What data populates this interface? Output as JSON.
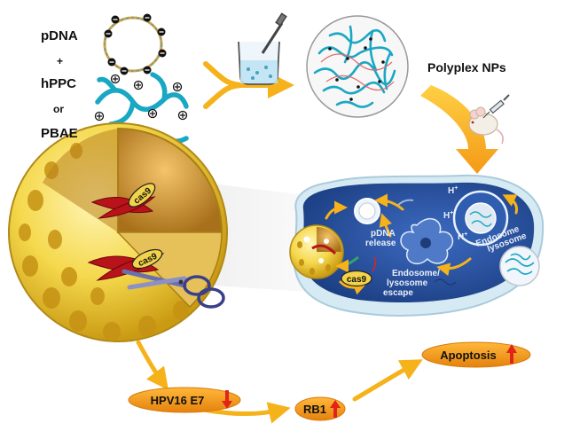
{
  "ingredients": {
    "pdna": "pDNA",
    "plus": "+",
    "hppc": "hPPC",
    "or": "or",
    "pbae": "PBAE"
  },
  "polyplex": {
    "label": "Polyplex NPs"
  },
  "cell": {
    "pdna_release": [
      "pDNA",
      "release"
    ],
    "escape": [
      "Endosome/",
      "lysosome",
      "escape"
    ],
    "endosome": [
      "Endosome",
      "lysosome"
    ],
    "cas9": "cas9",
    "proton": "H",
    "proton_sup": "+"
  },
  "nucleus": {
    "cas9_a": "cas9",
    "cas9_b": "cas9"
  },
  "pathway": {
    "nodes": [
      {
        "text": "HPV16 E7",
        "direction": "down"
      },
      {
        "text": "RB1",
        "direction": "up"
      },
      {
        "text": "Apoptosis",
        "direction": "up"
      }
    ]
  },
  "colors": {
    "arrow": "#f6b21a",
    "node_fill": "#f39a16",
    "up_arrow": "#e2231a",
    "polymer": "#1aa7c4",
    "cell_body": "#2a4d99",
    "cell_membrane": "#cbe3ef",
    "nucleus": "#f2d34a",
    "chromosome": "#b8121a"
  }
}
